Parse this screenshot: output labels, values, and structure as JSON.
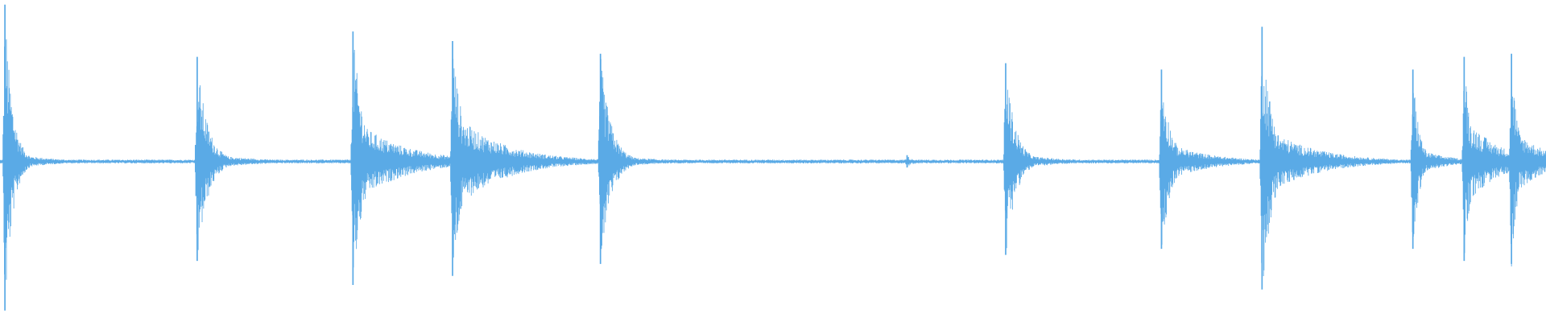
{
  "waveform": {
    "color": "#5aaae6",
    "background": "#ffffff",
    "duration": 1568,
    "noise_floor": 0.012,
    "transients": [
      {
        "t": 5,
        "peak": 0.99,
        "decay": 22,
        "tail": 0.07
      },
      {
        "t": 200,
        "peak": 0.66,
        "decay": 30,
        "tail": 0.06
      },
      {
        "t": 358,
        "peak": 0.82,
        "decay": 30,
        "tail": 0.28
      },
      {
        "t": 459,
        "peak": 0.76,
        "decay": 30,
        "tail": 0.32
      },
      {
        "t": 609,
        "peak": 0.68,
        "decay": 30,
        "tail": 0.05
      },
      {
        "t": 920,
        "peak": 0.04,
        "decay": 14,
        "tail": 0.02
      },
      {
        "t": 1020,
        "peak": 0.62,
        "decay": 28,
        "tail": 0.06
      },
      {
        "t": 1178,
        "peak": 0.58,
        "decay": 26,
        "tail": 0.14
      },
      {
        "t": 1280,
        "peak": 0.85,
        "decay": 30,
        "tail": 0.24
      },
      {
        "t": 1433,
        "peak": 0.58,
        "decay": 18,
        "tail": 0.1
      },
      {
        "t": 1485,
        "peak": 0.66,
        "decay": 20,
        "tail": 0.3
      },
      {
        "t": 1533,
        "peak": 0.68,
        "decay": 18,
        "tail": 0.24
      }
    ]
  }
}
